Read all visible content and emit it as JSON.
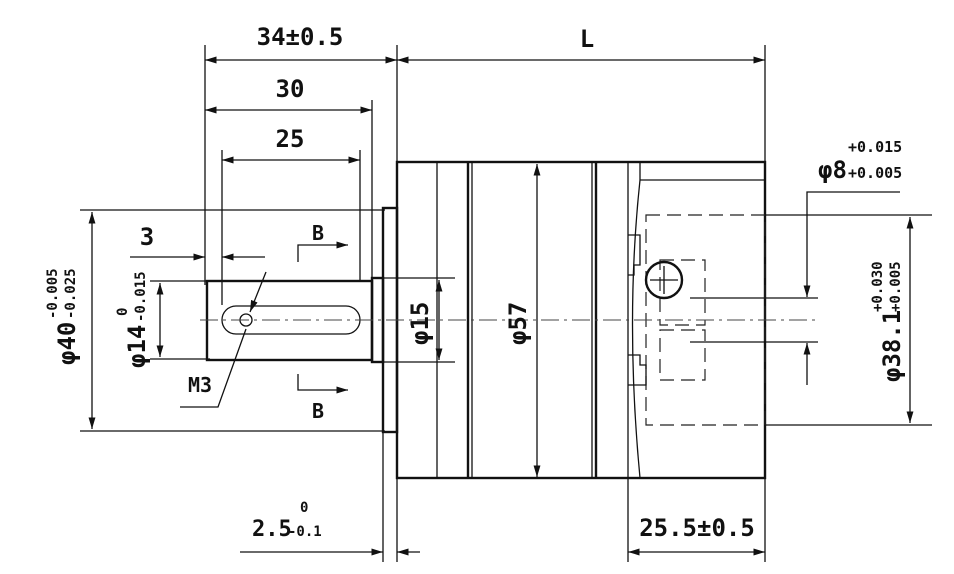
{
  "dimensions": {
    "overall_shaft": "34±0.5",
    "length": "L",
    "shaft_30": "30",
    "key_25": "25",
    "key_offset": "3",
    "pilot_diameter": {
      "base": "φ40",
      "upper": "-0.005",
      "lower": "-0.025"
    },
    "shaft_diameter": {
      "base": "φ14",
      "upper": "0",
      "lower": "-0.015"
    },
    "shoulder_diameter": "φ15",
    "body_diameter": "φ57",
    "thread": "M3",
    "section_mark": "B",
    "flange_thickness": {
      "base": "2.5",
      "upper": "0",
      "lower": "-0.1"
    },
    "input_depth": "25.5±0.5",
    "input_bore": {
      "base": "φ8",
      "upper": "+0.015",
      "lower": "+0.005"
    },
    "input_pilot": {
      "base": "φ38.1",
      "upper": "+0.030",
      "lower": "+0.005"
    }
  }
}
